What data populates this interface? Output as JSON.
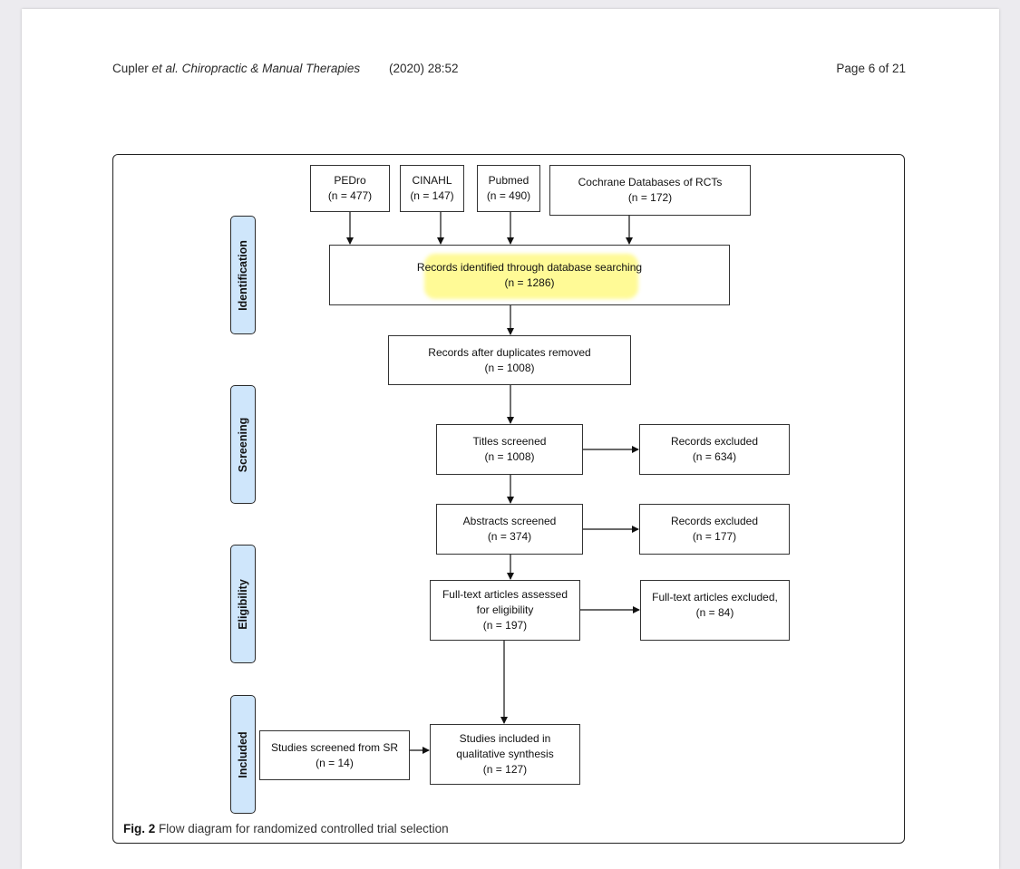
{
  "header": {
    "authors": "Cupler",
    "etal": "et al.",
    "journal": "Chiropractic & Manual Therapies",
    "year_vol": "(2020) 28:52",
    "page": "Page 6 of 21"
  },
  "stages": {
    "identification": "Identification",
    "screening": "Screening",
    "eligibility": "Eligibility",
    "included": "Included"
  },
  "boxes": {
    "pedro": "PEDro\n(n = 477)",
    "cinahl": "CINAHL\n(n = 147)",
    "pubmed": "Pubmed\n(n = 490)",
    "cochrane": "Cochrane Databases of RCTs\n(n = 172)",
    "identified": "Records identified through database searching\n(n = 1286)",
    "duplicates": "Records after duplicates removed\n(n = 1008)",
    "titles": "Titles screened\n(n = 1008)",
    "excluded1": "Records excluded\n(n = 634)",
    "abstracts": "Abstracts screened\n(n = 374)",
    "excluded2": "Records excluded\n(n = 177)",
    "fulltext": "Full-text articles assessed\nfor eligibility\n(n = 197)",
    "fulltext_excluded": "Full-text articles excluded,\n(n = 84)",
    "sr": "Studies screened from SR\n(n = 14)",
    "included": "Studies included in\nqualitative synthesis\n(n = 127)"
  },
  "caption": {
    "label": "Fig. 2",
    "text": "Flow diagram for randomized controlled trial selection"
  },
  "colors": {
    "stage_fill": "#cfe6fb",
    "highlight": "#fff86a"
  }
}
